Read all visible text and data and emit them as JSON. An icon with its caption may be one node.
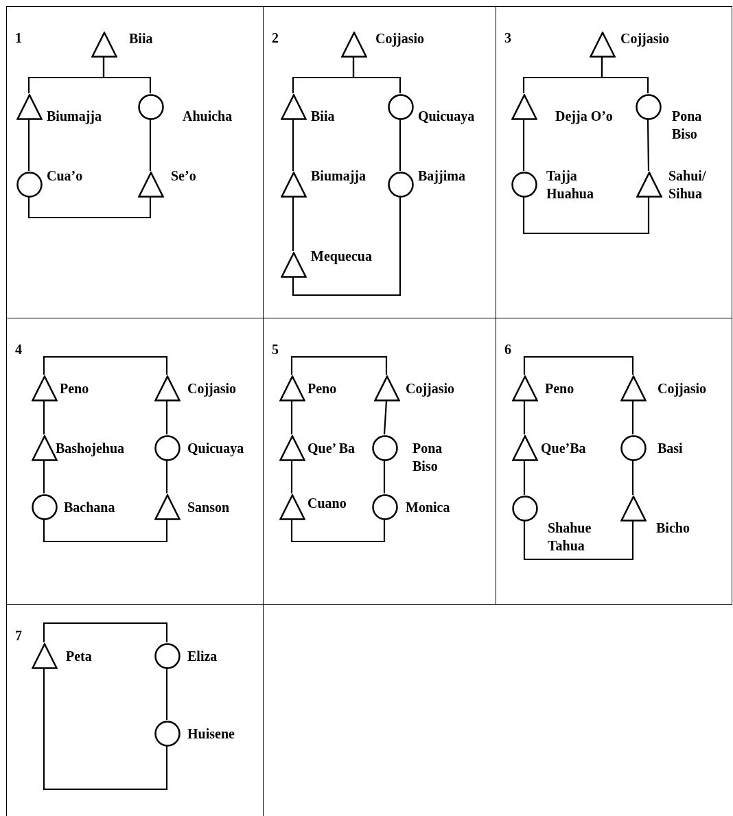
{
  "diagram": {
    "nodes": [
      {
        "text": [
          "1"
        ]
      },
      {
        "text": [],
        "shape": "triangle",
        "in": 0,
        "beside": [
          "Biia"
        ]
      },
      {
        "text": [],
        "shape": "triangle",
        "in": 0,
        "beside": [
          "Biumajja"
        ]
      },
      {
        "text": [],
        "shape": "circle",
        "in": 0,
        "beside": [
          "Ahuicha"
        ]
      },
      {
        "text": [],
        "shape": "circle",
        "in": 0,
        "beside": [
          "Cua’o"
        ]
      },
      {
        "text": [],
        "shape": "triangle",
        "in": 0,
        "beside": [
          "Se’o"
        ]
      },
      {
        "text": [
          "2"
        ]
      },
      {
        "text": [],
        "shape": "triangle",
        "in": 6,
        "beside": [
          "Cojjasio"
        ]
      },
      {
        "text": [],
        "shape": "triangle",
        "in": 6,
        "beside": [
          "Biia"
        ]
      },
      {
        "text": [],
        "shape": "circle",
        "in": 6,
        "beside": [
          "Quicuaya"
        ]
      },
      {
        "text": [],
        "shape": "triangle",
        "in": 6,
        "beside": [
          "Biumajja"
        ]
      },
      {
        "text": [],
        "shape": "circle",
        "in": 6,
        "beside": [
          "Bajjima"
        ]
      },
      {
        "text": [],
        "shape": "triangle",
        "in": 6,
        "beside": [
          "Mequecua"
        ]
      },
      {
        "text": [
          "3"
        ]
      },
      {
        "text": [],
        "shape": "triangle",
        "in": 13,
        "beside": [
          "Cojjasio"
        ]
      },
      {
        "text": [],
        "shape": "triangle",
        "in": 13,
        "beside": [
          "Dejja O’o"
        ]
      },
      {
        "text": [],
        "shape": "circle",
        "in": 13,
        "beside": [
          "Pona Biso"
        ]
      },
      {
        "text": [],
        "shape": "circle",
        "in": 13,
        "beside": [
          "Tajja Huahua"
        ]
      },
      {
        "text": [],
        "shape": "triangle",
        "in": 13,
        "beside": [
          "Sahui/ Sihua"
        ]
      },
      {
        "text": [
          "4"
        ]
      },
      {
        "text": [],
        "shape": "triangle",
        "in": 19,
        "beside": [
          "Peno"
        ]
      },
      {
        "text": [],
        "shape": "triangle",
        "in": 19,
        "beside": [
          "Cojjasio"
        ]
      },
      {
        "text": [],
        "shape": "triangle",
        "in": 19,
        "beside": [
          "Bashojehua"
        ]
      },
      {
        "text": [],
        "shape": "circle",
        "in": 19,
        "beside": [
          "Quicuaya"
        ]
      },
      {
        "text": [],
        "shape": "circle",
        "in": 19,
        "beside": [
          "Bachana"
        ]
      },
      {
        "text": [],
        "shape": "triangle",
        "in": 19,
        "beside": [
          "Sanson"
        ]
      },
      {
        "text": [
          "5"
        ]
      },
      {
        "text": [],
        "shape": "triangle",
        "in": 26,
        "beside": [
          "Peno"
        ]
      },
      {
        "text": [],
        "shape": "triangle",
        "in": 26,
        "beside": [
          "Cojjasio"
        ]
      },
      {
        "text": [],
        "shape": "triangle",
        "in": 26,
        "beside": [
          "Que’ Ba"
        ]
      },
      {
        "text": [],
        "shape": "circle",
        "in": 26,
        "beside": [
          "Pona Biso"
        ]
      },
      {
        "text": [],
        "shape": "triangle",
        "in": 26,
        "beside": [
          "Cuano"
        ]
      },
      {
        "text": [],
        "shape": "circle",
        "in": 26,
        "beside": [
          "Monica"
        ]
      },
      {
        "text": [
          "6"
        ]
      },
      {
        "text": [],
        "shape": "triangle",
        "in": 33,
        "beside": [
          "Peno"
        ]
      },
      {
        "text": [],
        "shape": "triangle",
        "in": 33,
        "beside": [
          "Cojjasio"
        ]
      },
      {
        "text": [],
        "shape": "triangle",
        "in": 33,
        "beside": [
          "Que’Ba"
        ]
      },
      {
        "text": [],
        "shape": "circle",
        "in": 33,
        "beside": [
          "Basi"
        ]
      },
      {
        "text": [],
        "shape": "circle",
        "in": 33,
        "beside": [
          "Shahue Tahua"
        ]
      },
      {
        "text": [],
        "shape": "triangle",
        "in": 33,
        "beside": [
          "Bicho"
        ]
      },
      {
        "text": [
          "7"
        ]
      },
      {
        "text": [],
        "shape": "triangle",
        "in": 40,
        "beside": [
          "Peta"
        ]
      },
      {
        "text": [],
        "shape": "circle",
        "in": 40,
        "beside": [
          "Eliza"
        ]
      },
      {
        "text": [],
        "shape": "circle",
        "in": 40,
        "beside": [
          "Huisene"
        ]
      }
    ],
    "edges": [
      {
        "from": 1,
        "to": 2,
        "arrow": "none"
      },
      {
        "from": 1,
        "to": 3,
        "arrow": "none"
      },
      {
        "from": 2,
        "to": 4,
        "arrow": "none"
      },
      {
        "from": 3,
        "to": 5,
        "arrow": "none"
      },
      {
        "from": 4,
        "to": 5,
        "arrow": "none"
      },
      {
        "from": 7,
        "to": 8,
        "arrow": "none"
      },
      {
        "from": 7,
        "to": 9,
        "arrow": "none"
      },
      {
        "from": 8,
        "to": 10,
        "arrow": "none"
      },
      {
        "from": 10,
        "to": 12,
        "arrow": "none"
      },
      {
        "from": 9,
        "to": 11,
        "arrow": "none"
      },
      {
        "from": 12,
        "to": 11,
        "arrow": "none"
      },
      {
        "from": 14,
        "to": 15,
        "arrow": "none"
      },
      {
        "from": 14,
        "to": 16,
        "arrow": "none"
      },
      {
        "from": 15,
        "to": 17,
        "arrow": "none"
      },
      {
        "from": 16,
        "to": 18,
        "arrow": "none"
      },
      {
        "from": 17,
        "to": 18,
        "arrow": "none"
      },
      {
        "from": 20,
        "to": 21,
        "arrow": "none"
      },
      {
        "from": 20,
        "to": 22,
        "arrow": "none"
      },
      {
        "from": 22,
        "to": 24,
        "arrow": "none"
      },
      {
        "from": 21,
        "to": 23,
        "arrow": "none"
      },
      {
        "from": 23,
        "to": 25,
        "arrow": "none"
      },
      {
        "from": 24,
        "to": 25,
        "arrow": "none"
      },
      {
        "from": 27,
        "to": 28,
        "arrow": "none"
      },
      {
        "from": 27,
        "to": 29,
        "arrow": "none"
      },
      {
        "from": 29,
        "to": 31,
        "arrow": "none"
      },
      {
        "from": 28,
        "to": 30,
        "arrow": "none"
      },
      {
        "from": 30,
        "to": 32,
        "arrow": "none"
      },
      {
        "from": 31,
        "to": 32,
        "arrow": "none"
      },
      {
        "from": 34,
        "to": 35,
        "arrow": "none"
      },
      {
        "from": 34,
        "to": 36,
        "arrow": "none"
      },
      {
        "from": 36,
        "to": 38,
        "arrow": "none"
      },
      {
        "from": 35,
        "to": 37,
        "arrow": "none"
      },
      {
        "from": 37,
        "to": 39,
        "arrow": "none"
      },
      {
        "from": 38,
        "to": 39,
        "arrow": "none"
      },
      {
        "from": 41,
        "to": 42,
        "arrow": "none"
      },
      {
        "from": 42,
        "to": 43,
        "arrow": "none"
      },
      {
        "from": 41,
        "to": 43,
        "arrow": "none"
      }
    ]
  }
}
